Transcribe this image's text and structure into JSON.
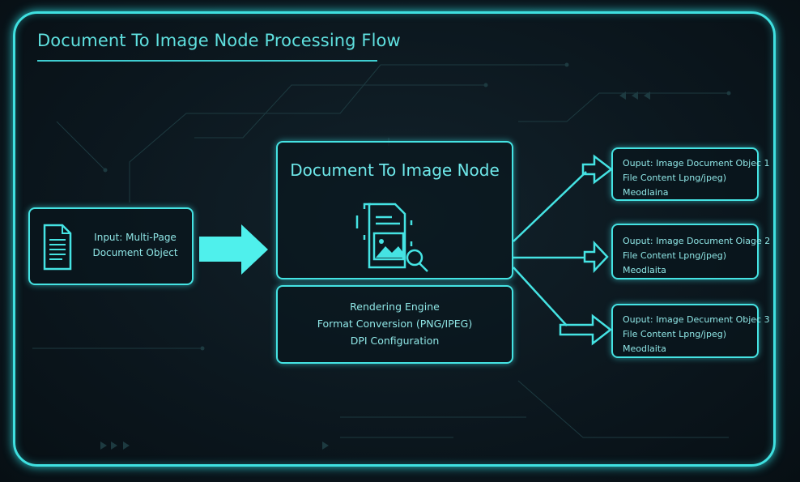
{
  "title": "Document To Image Node Processing Flow",
  "input": {
    "line1": "Input: Multi-Page",
    "line2": "Document Object"
  },
  "node": {
    "title": "Document To Image Node",
    "details": [
      "Rendering Engine",
      "Format Conversion (PNG/IPEG)",
      "DPI Configuration"
    ]
  },
  "outputs": [
    {
      "title": "Ouput: Image Document Objec 1",
      "content": "File Content Lpng/jpeg)",
      "meta": "Meodlaina"
    },
    {
      "title": "Ouput: Image Document Oiage 2",
      "content": "File Content Lpng/jpeg)",
      "meta": "Meodlaita"
    },
    {
      "title": "Ouput: Image Decument Objec 3",
      "content": "File Content Lpng/jpeg)",
      "meta": "Meodlaita"
    }
  ],
  "colors": {
    "accent": "#45e3e3",
    "background": "#0a141b"
  }
}
